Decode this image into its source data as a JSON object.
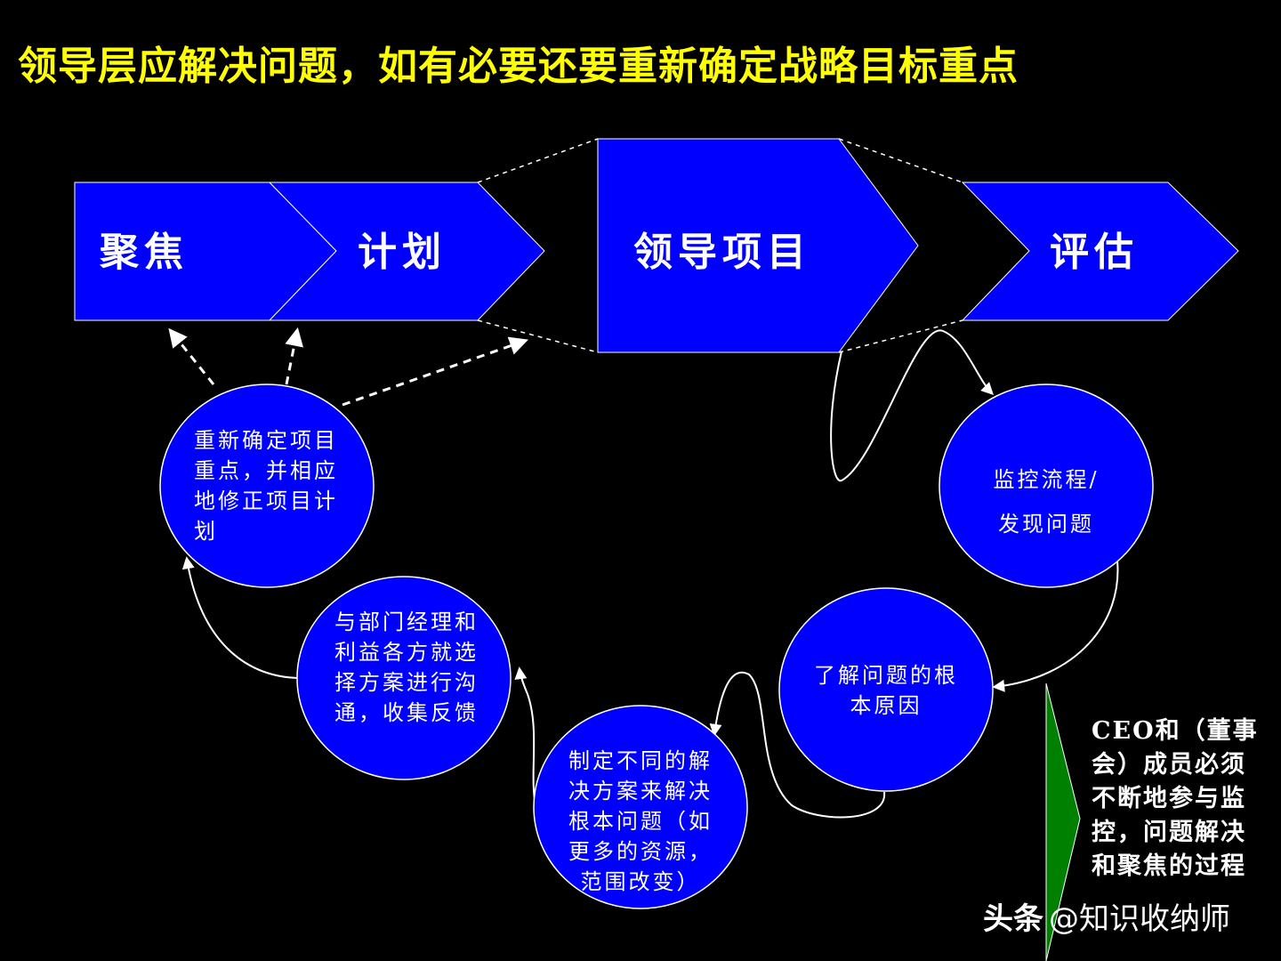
{
  "title": "领导层应解决问题，如有必要还要重新确定战略目标重点",
  "colors": {
    "title": "#ffff00",
    "shape_fill": "#0000ff",
    "background": "#000000",
    "arrow": "#ffffff",
    "green_chevron": "#008000"
  },
  "process_steps": [
    {
      "label": "聚焦"
    },
    {
      "label": "计划"
    },
    {
      "label": "领导项目"
    },
    {
      "label": "评估"
    }
  ],
  "cycle_nodes": {
    "monitor": {
      "lines": [
        "监控流程/",
        "发现问题"
      ]
    },
    "root_cause": {
      "lines": [
        "了解问题的根",
        "本原因"
      ]
    },
    "solutions": {
      "lines": [
        "制定不同的解",
        "决方案来解决",
        "根本问题（如",
        "更多的资源，",
        "范围改变）"
      ]
    },
    "communicate": {
      "lines": [
        "与部门经理和",
        "利益各方就选",
        "择方案进行沟",
        "通，收集反馈"
      ]
    },
    "refocus": {
      "lines": [
        "重新确定项目",
        "重点，并相应",
        "地修正项目计",
        "划"
      ]
    }
  },
  "side_note": {
    "lines": [
      "CEO和（董事",
      "会）成员必须",
      "不断地参与监",
      "控，问题解决",
      "和聚焦的过程"
    ]
  },
  "watermark": {
    "brand": "头条",
    "handle": "@知识收纳师"
  }
}
